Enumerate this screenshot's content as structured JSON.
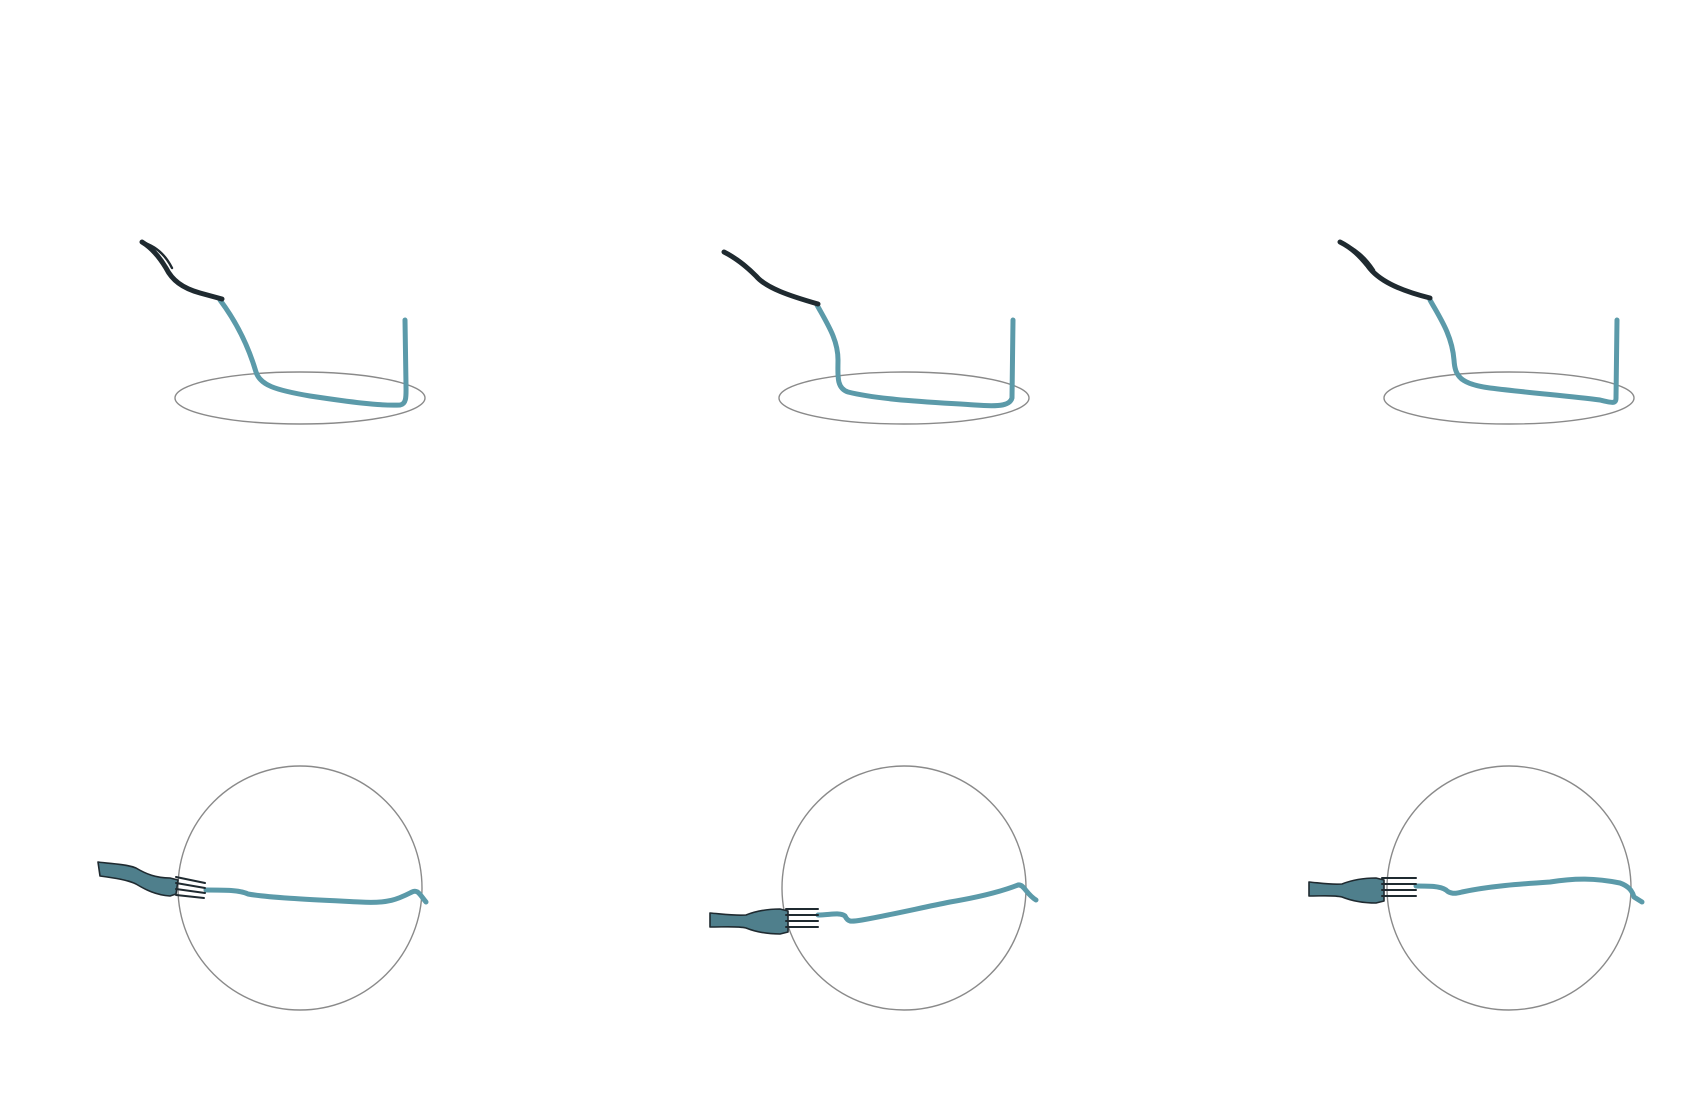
{
  "figure": {
    "panels": [
      {
        "row": "side-view",
        "column": 1
      },
      {
        "row": "side-view",
        "column": 2
      },
      {
        "row": "side-view",
        "column": 3
      },
      {
        "row": "top-view",
        "column": 1
      },
      {
        "row": "top-view",
        "column": 2
      },
      {
        "row": "top-view",
        "column": 3
      }
    ],
    "colors": {
      "trajectory": "#5b9aa9",
      "plate_outline": "#8a8a8a",
      "fork_body": "#4f7f8c",
      "fork_outline": "#1f2a30",
      "background": "#ffffff"
    },
    "icons": {
      "utensil": "fork-icon",
      "plate": "plate-outline"
    }
  }
}
